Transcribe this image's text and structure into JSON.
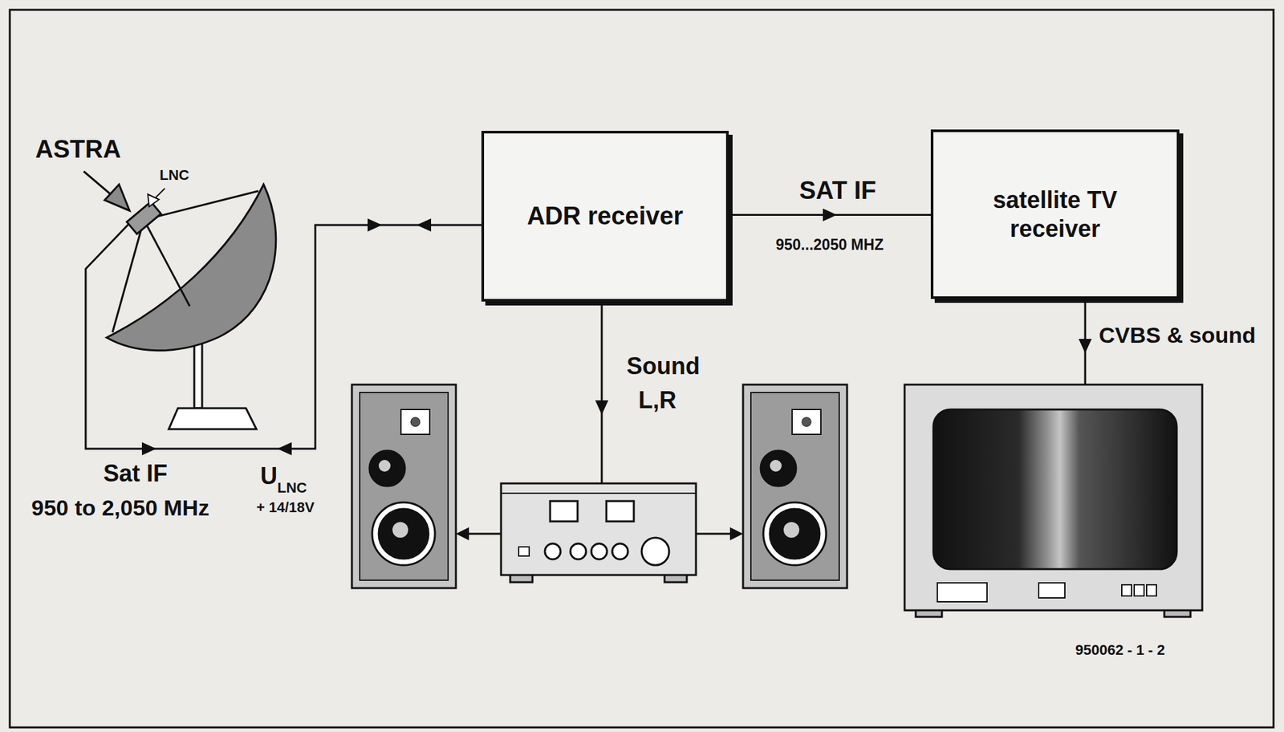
{
  "diagram": {
    "nodes": [
      {
        "text": [
          "ADR receiver"
        ]
      },
      {
        "text": [
          "satellite TV receiver"
        ]
      }
    ],
    "edges": [
      {
        "from": 0,
        "to": 1,
        "arrow": "to",
        "label": "SAT IF"
      }
    ],
    "labels": [
      "ASTRA",
      "LNC",
      "Sat IF",
      "950 to 2,050 MHz",
      "U",
      "LNC",
      "+ 14/18V",
      "950...2050 MHZ",
      "Sound",
      "L,R",
      "CVBS & sound",
      "950062 - 1 - 2"
    ]
  }
}
